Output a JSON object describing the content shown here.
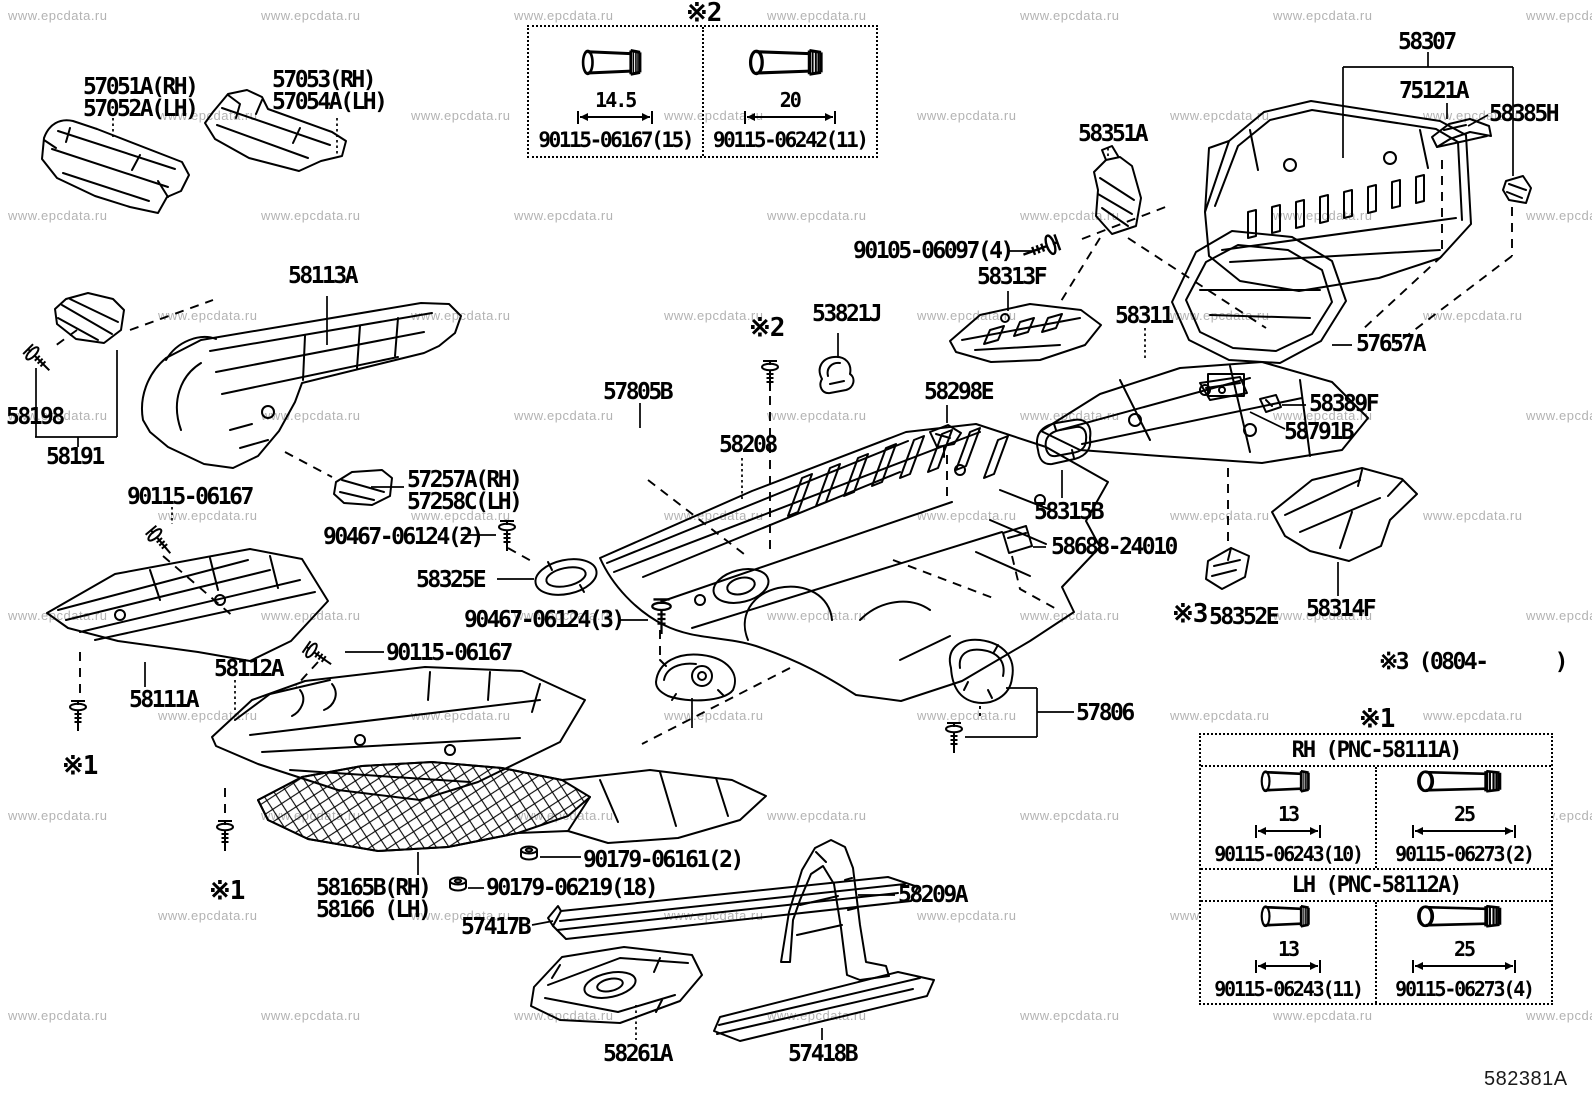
{
  "diagram_code": "582381A",
  "watermark": {
    "text": "www.epcdata.ru",
    "color": "#b3b3b3"
  },
  "colors": {
    "ink": "#000000",
    "background": "#ffffff",
    "watermark": "#b3b3b3"
  },
  "callouts": {
    "c57051a": "57051A(RH)",
    "c57052a": "57052A(LH)",
    "c57053": "57053(RH)",
    "c57054a": "57054A(LH)",
    "c58307": "58307",
    "c75121a": "75121A",
    "c58385h": "58385H",
    "c58351a": "58351A",
    "c90105": "90105-06097(4)",
    "c58313f": "58313F",
    "c58311": "58311",
    "c57657a": "57657A",
    "c58113a": "58113A",
    "c53821j": "53821J",
    "c57805b": "57805B",
    "c58208": "58208",
    "c58298e": "58298E",
    "c58198": "58198",
    "c58191": "58191",
    "c57257a": "57257A(RH)",
    "c57258c": "57258C(LH)",
    "c90115a": "90115-06167",
    "c90467b": "90467-06124(2)",
    "c58325e": "58325E",
    "c90467c": "90467-06124(3)",
    "c90115b": "90115-06167",
    "c58112a": "58112A",
    "c58111a": "58111A",
    "c58165b": "58165B(RH)",
    "c58166": "58166 (LH)",
    "c90179a": "90179-06161(2)",
    "c90179b": "90179-06219(18)",
    "c57417b": "57417B",
    "c58209a": "58209A",
    "c58261a": "58261A",
    "c57418b": "57418B",
    "c58315b": "58315B",
    "c58688": "58688-24010",
    "c58389f": "58389F",
    "c58791b": "58791B",
    "c58352e": "58352E",
    "c58314f": "58314F",
    "c57806": "57806"
  },
  "notes": {
    "mark1_floor_a": "※1",
    "mark1_floor_b": "※1",
    "mark2_mid": "※2",
    "mark3_clip": "※3",
    "mark3_availability": "※3 (0804-      )"
  },
  "fastener_box": {
    "note_mark": "※2",
    "cells": [
      {
        "length": "14.5",
        "part": "90115-06167(15)"
      },
      {
        "length": "20",
        "part": "90115-06242(11)"
      }
    ]
  },
  "bolt_table": {
    "note_mark": "※1",
    "sections": [
      {
        "header": "RH (PNC-58111A)",
        "cells": [
          {
            "length": "13",
            "part": "90115-06243(10)"
          },
          {
            "length": "25",
            "part": "90115-06273(2)"
          }
        ]
      },
      {
        "header": "LH (PNC-58112A)",
        "cells": [
          {
            "length": "13",
            "part": "90115-06243(11)"
          },
          {
            "length": "25",
            "part": "90115-06273(4)"
          }
        ]
      }
    ]
  }
}
